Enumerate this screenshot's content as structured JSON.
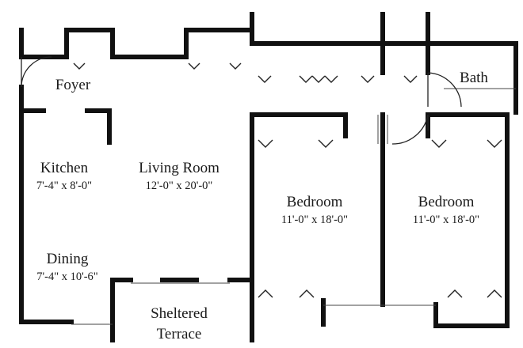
{
  "rooms": {
    "foyer": {
      "name": "Foyer"
    },
    "kitchen": {
      "name": "Kitchen",
      "dims": "7'-4\" x 8'-0\""
    },
    "living": {
      "name": "Living Room",
      "dims": "12'-0\" x 20'-0\""
    },
    "dining": {
      "name": "Dining",
      "dims": "7'-4\" x 10'-6\""
    },
    "bedroom1": {
      "name": "Bedroom",
      "dims": "11'-0\" x 18'-0\""
    },
    "bedroom2": {
      "name": "Bedroom",
      "dims": "11'-0\" x 18'-0\""
    },
    "bath": {
      "name": "Bath"
    },
    "terrace": {
      "name_line1": "Sheltered",
      "name_line2": "Terrace"
    }
  }
}
